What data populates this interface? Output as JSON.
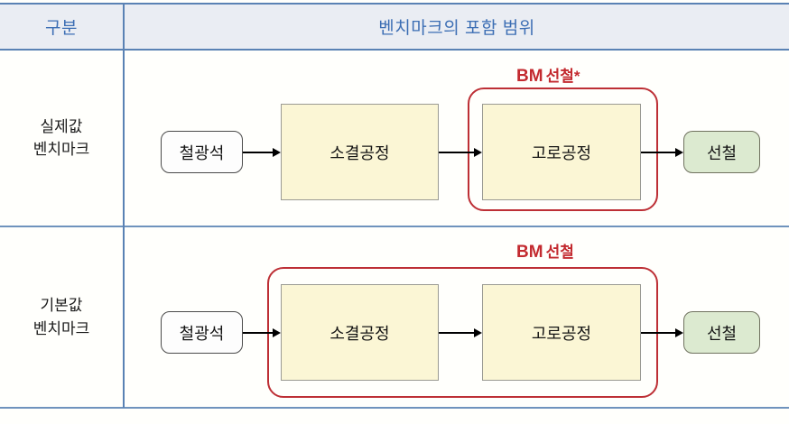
{
  "table": {
    "header": {
      "col1": "구분",
      "col2": "벤치마크의 포함 범위"
    },
    "rows": [
      {
        "label_line1": "실제값",
        "label_line2": "벤치마크",
        "bm_label_main": "BM",
        "bm_label_sub": "선철*",
        "nodes": {
          "input": "철광석",
          "process1": "소결공정",
          "process2": "고로공정",
          "output": "선철"
        },
        "bm_scope": "고로공정"
      },
      {
        "label_line1": "기본값",
        "label_line2": "벤치마크",
        "bm_label_main": "BM",
        "bm_label_sub": "선철",
        "nodes": {
          "input": "철광석",
          "process1": "소결공정",
          "process2": "고로공정",
          "output": "선철"
        },
        "bm_scope": "소결공정 + 고로공정"
      }
    ]
  },
  "colors": {
    "header_text": "#3c6eb4",
    "header_bg": "#eaedf3",
    "rule": "#5a82b4",
    "process_fill": "#fbf6d5",
    "process_border": "#9a9a93",
    "output_fill": "#dcead0",
    "output_border": "#70725f",
    "bm_red": "#c32a2f",
    "bm_frame_border": "#bd2f35",
    "node_text": "#141414"
  }
}
